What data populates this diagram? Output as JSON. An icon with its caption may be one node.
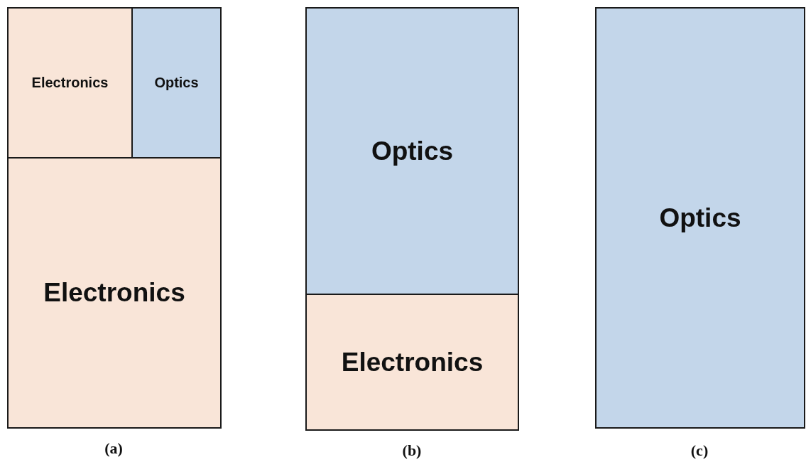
{
  "diagram": {
    "nodes": [
      {
        "text": [
          "Electronics"
        ]
      },
      {
        "text": [
          "Optics"
        ]
      },
      {
        "text": [
          "Electronics"
        ]
      },
      {
        "text": [
          "Optics"
        ]
      },
      {
        "text": [
          "Electronics"
        ]
      },
      {
        "text": [
          "Optics"
        ]
      }
    ],
    "labels": [
      "(a)",
      "(b)",
      "(c)"
    ]
  }
}
